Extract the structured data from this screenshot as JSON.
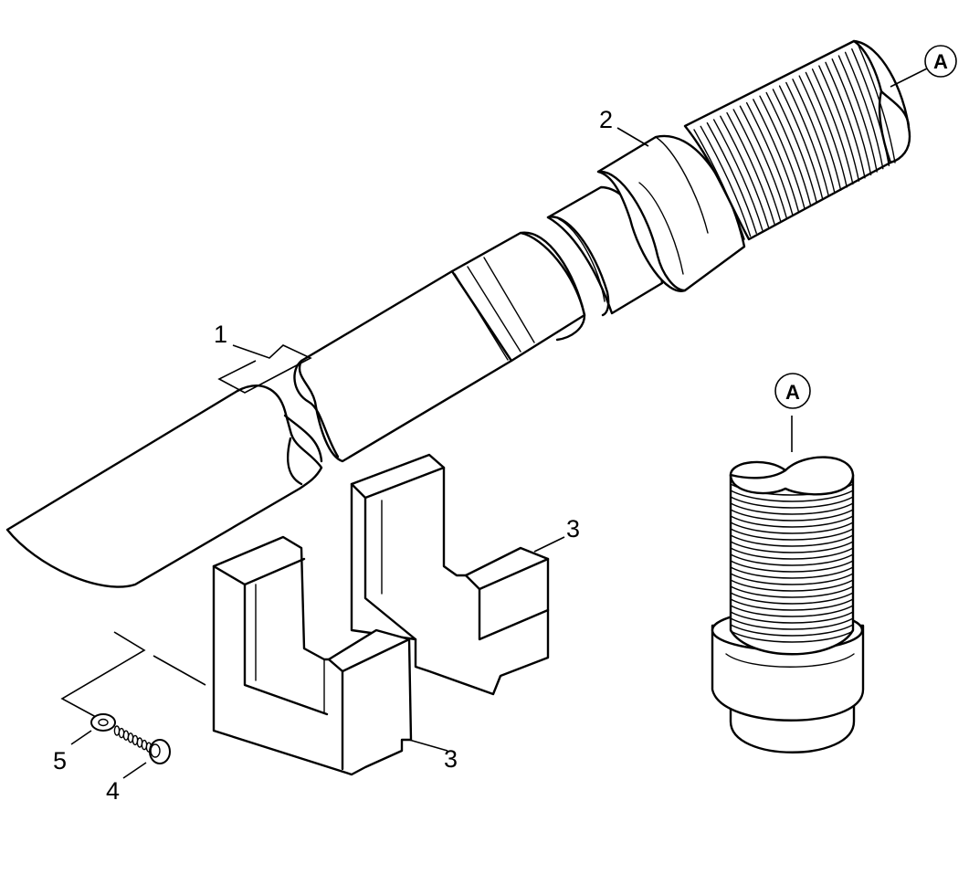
{
  "labels": {
    "hose_segment": "1",
    "hose_coupling": "2",
    "holder_rear": "3",
    "holder_front": "3",
    "screw": "4",
    "washer": "5"
  },
  "callouts": {
    "detail_ref_top": "A",
    "detail_ref_detail": "A"
  }
}
